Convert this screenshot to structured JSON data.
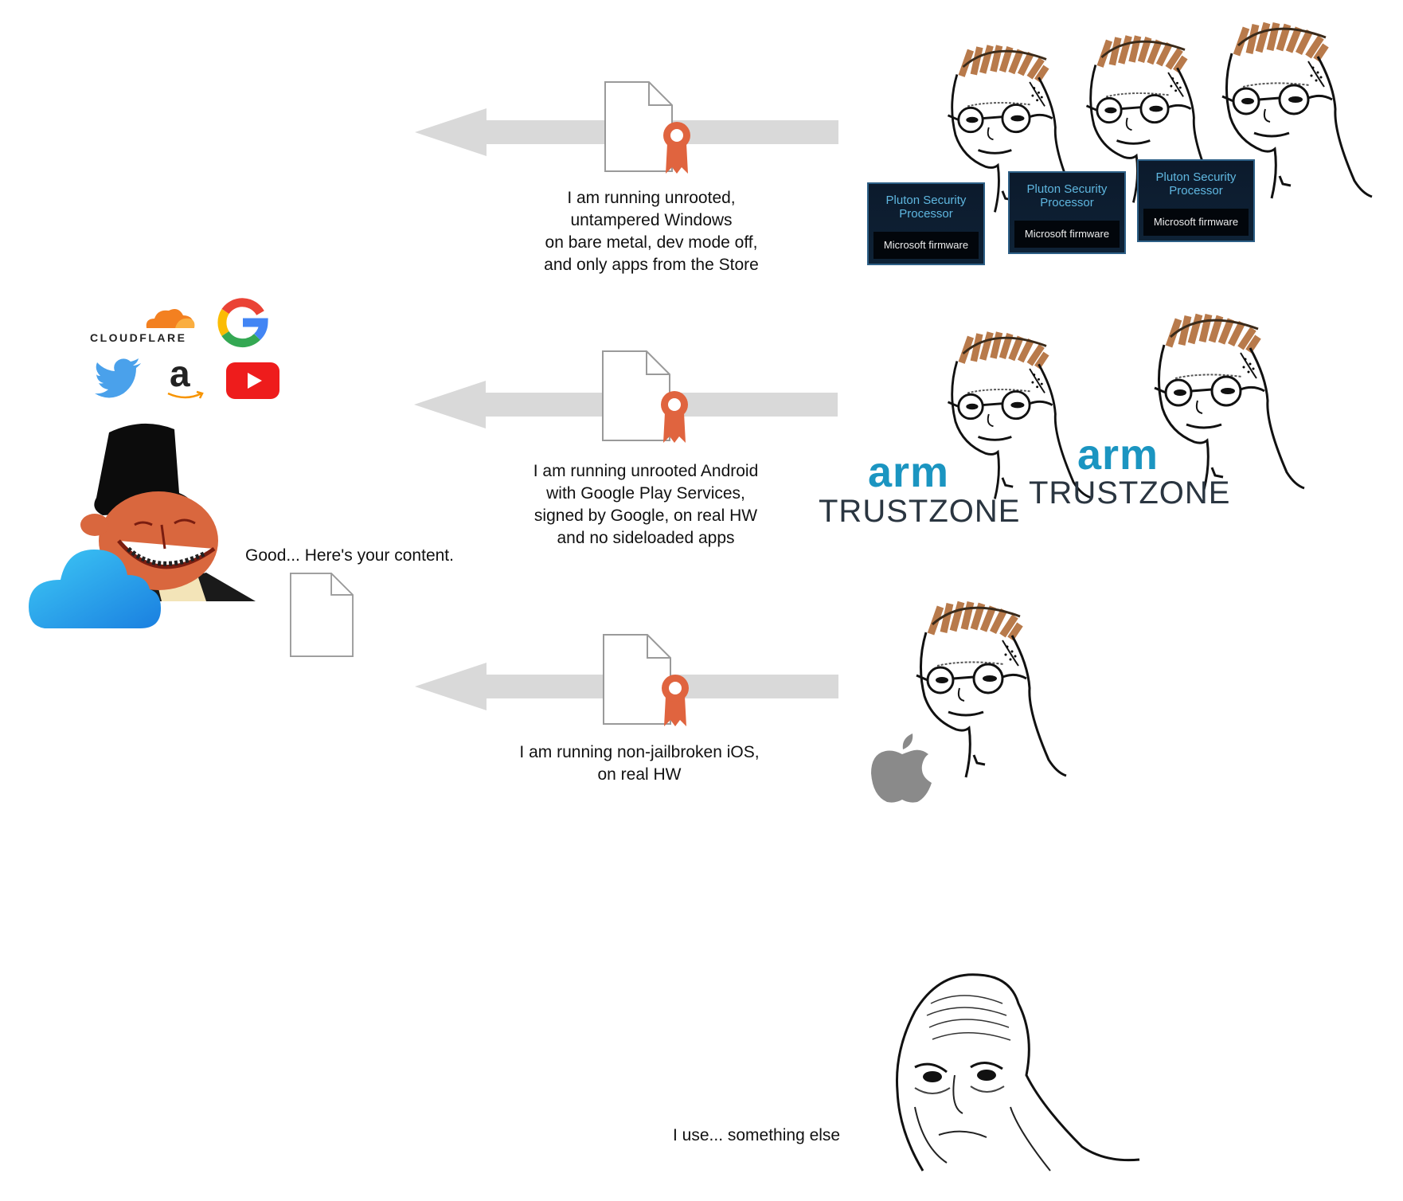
{
  "captions": {
    "windows": "I am running unrooted,\nuntampered Windows\non bare metal, dev mode off,\nand only apps from the Store",
    "android": "I am running unrooted Android\nwith Google Play Services,\nsigned by Google, on real HW\nand no sideloaded apps",
    "ios": "I am running non-jailbroken iOS,\non real HW",
    "server_reply": "Good... Here's your content.",
    "other": "I use... something else"
  },
  "logos": {
    "cloudflare": "CLOUDFLARE",
    "google": "G",
    "amazon": "a"
  },
  "pluton": {
    "title": "Pluton Security\nProcessor",
    "firmware": "Microsoft firmware"
  },
  "arm": {
    "brand": "arm",
    "product": "TRUSTZONE"
  },
  "colors": {
    "arrow": "#d9d9d9",
    "ribbon": "#e0643f",
    "arm_blue": "#1b95c1",
    "hair": "#b87a4b"
  }
}
